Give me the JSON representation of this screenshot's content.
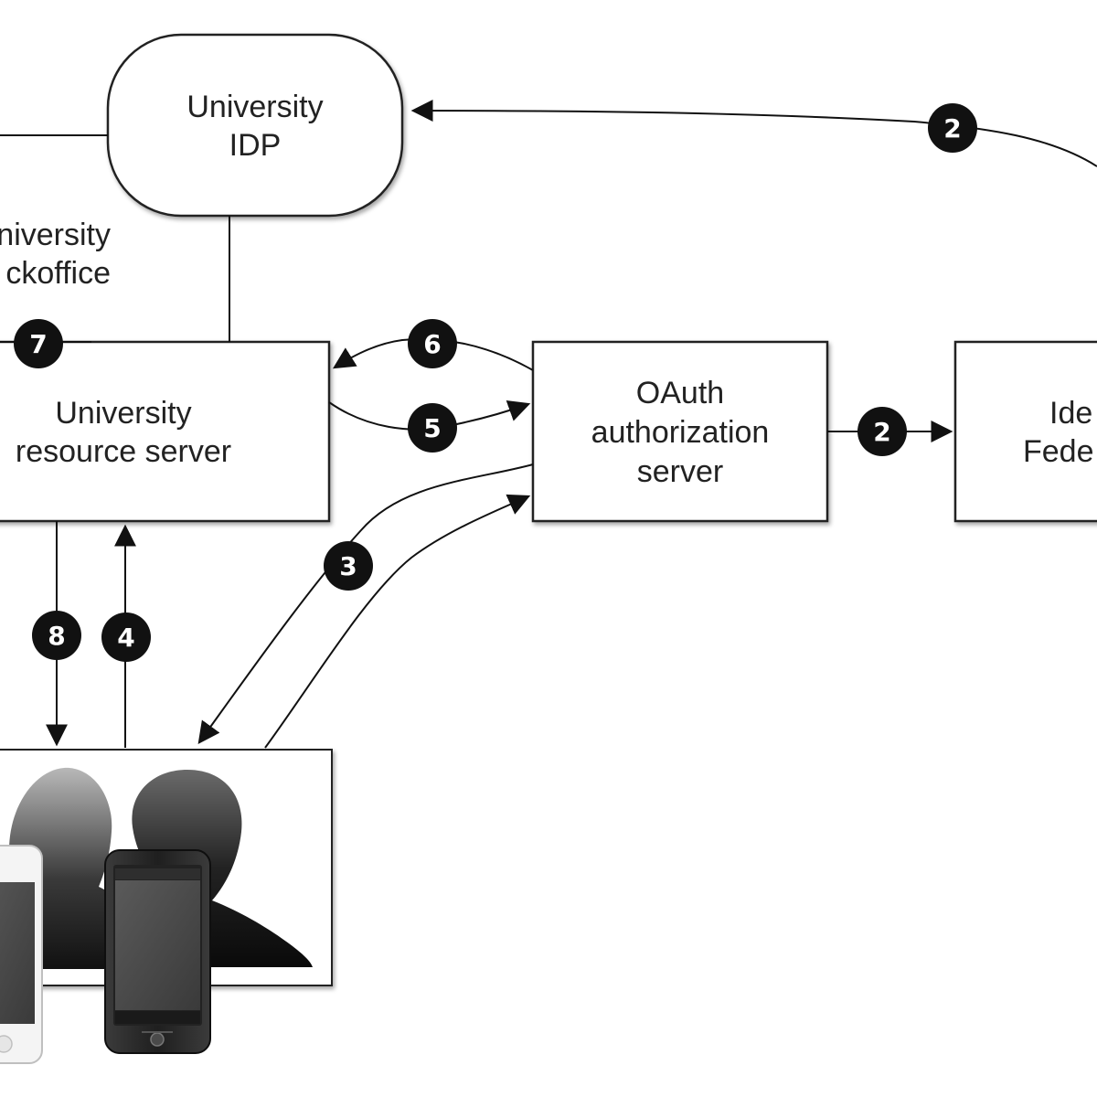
{
  "nodes": {
    "university_idp": {
      "lines": [
        "University",
        "IDP"
      ]
    },
    "university_backoffice": {
      "lines": [
        "niversity",
        "ckoffice"
      ]
    },
    "resource_server": {
      "lines": [
        "University",
        "resource server"
      ]
    },
    "oauth_server": {
      "lines": [
        "OAuth",
        "authorization",
        "server"
      ]
    },
    "identity_federation": {
      "lines": [
        "Ide",
        "Fede"
      ]
    },
    "users_devices": {
      "icons": [
        "person-silhouettes-icon",
        "smartphone-icon",
        "android-phone-icon"
      ]
    }
  },
  "steps": {
    "idp_to_federation": "2",
    "oauth_to_federation": "2",
    "client_oauth": "3",
    "client_to_resource": "4",
    "resource_to_oauth": "5",
    "oauth_to_resource": "6",
    "resource_to_backoffice": "7",
    "resource_to_client": "8"
  },
  "colors": {
    "badge": "#111111",
    "badge_text": "#ffffff",
    "line": "#111111",
    "box_border": "#222222",
    "text": "#222222"
  }
}
